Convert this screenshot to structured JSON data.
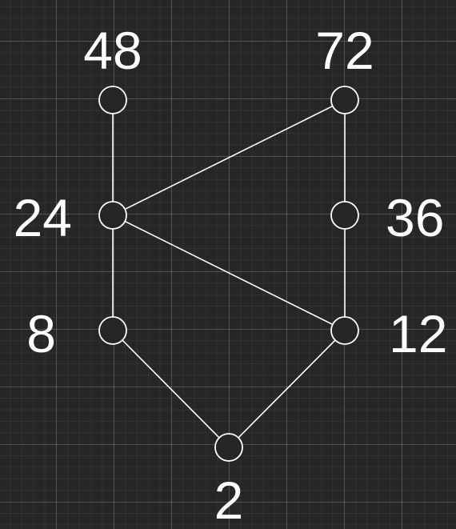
{
  "diagram": {
    "nodes": [
      {
        "id": "n48",
        "label": "48"
      },
      {
        "id": "n72",
        "label": "72"
      },
      {
        "id": "n24",
        "label": "24"
      },
      {
        "id": "n36",
        "label": "36"
      },
      {
        "id": "n8",
        "label": "8"
      },
      {
        "id": "n12",
        "label": "12"
      },
      {
        "id": "n2",
        "label": "2"
      }
    ],
    "edges": [
      [
        "n48",
        "n24"
      ],
      [
        "n72",
        "n24"
      ],
      [
        "n72",
        "n36"
      ],
      [
        "n36",
        "n12"
      ],
      [
        "n24",
        "n12"
      ],
      [
        "n24",
        "n8"
      ],
      [
        "n8",
        "n2"
      ],
      [
        "n12",
        "n2"
      ]
    ],
    "colors": {
      "background": "#262626",
      "stroke": "#ffffff",
      "text": "#ffffff"
    }
  }
}
